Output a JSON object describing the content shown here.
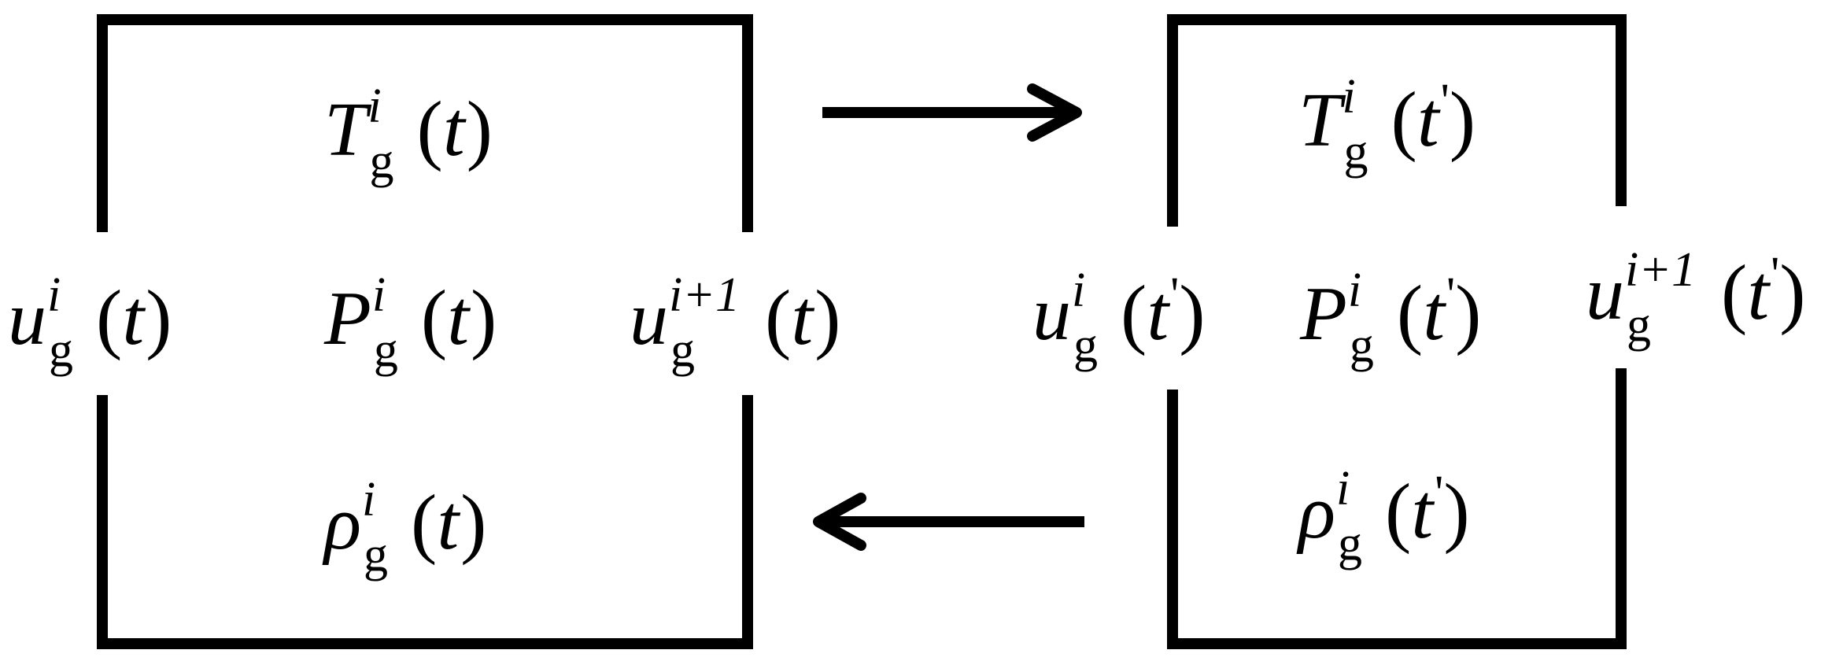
{
  "left_box": {
    "top": {
      "symbol": "T",
      "superscript": "i",
      "subscript": "g",
      "argument": "t",
      "prime": ""
    },
    "middle": {
      "symbol": "P",
      "superscript": "i",
      "subscript": "g",
      "argument": "t",
      "prime": ""
    },
    "bottom": {
      "symbol": "ρ",
      "superscript": "i",
      "subscript": "g",
      "argument": "t",
      "prime": ""
    },
    "inlet": {
      "symbol": "u",
      "superscript": "i",
      "subscript": "g",
      "argument": "t",
      "prime": ""
    },
    "outlet": {
      "symbol": "u",
      "superscript": "i+1",
      "subscript": "g",
      "argument": "t",
      "prime": ""
    }
  },
  "right_box": {
    "top": {
      "symbol": "T",
      "superscript": "i",
      "subscript": "g",
      "argument": "t",
      "prime": "'"
    },
    "middle": {
      "symbol": "P",
      "superscript": "i",
      "subscript": "g",
      "argument": "t",
      "prime": "'"
    },
    "bottom": {
      "symbol": "ρ",
      "superscript": "i",
      "subscript": "g",
      "argument": "t",
      "prime": "'"
    },
    "inlet": {
      "symbol": "u",
      "superscript": "i",
      "subscript": "g",
      "argument": "t",
      "prime": "'"
    },
    "outlet": {
      "symbol": "u",
      "superscript": "i+1",
      "subscript": "g",
      "argument": "t",
      "prime": "'"
    }
  },
  "colors": {
    "stroke": "#000000",
    "background": "#ffffff"
  }
}
